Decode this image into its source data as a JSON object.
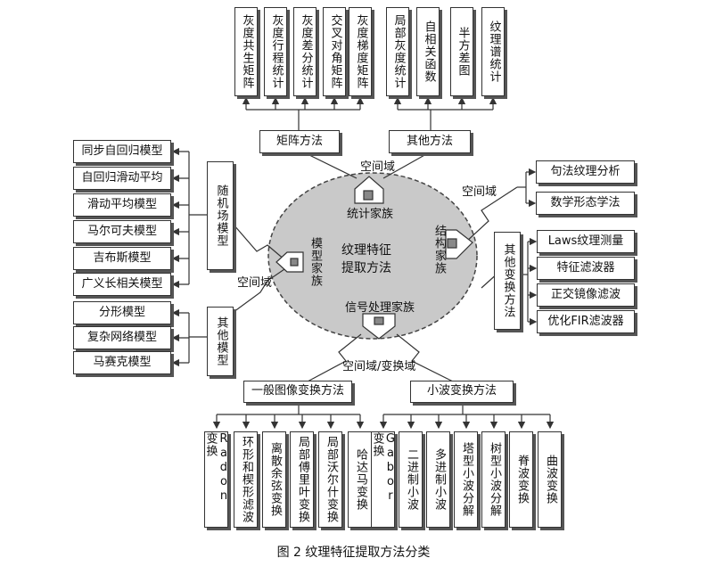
{
  "center": {
    "title_line1": "纹理特征",
    "title_line2": "提取方法"
  },
  "families": {
    "statistical": "统计家族",
    "structural": "结构家族",
    "model": "模型家族",
    "signal": "信号处理家族"
  },
  "domain_labels": {
    "top": "空间域",
    "right": "空间域",
    "left": "空间域",
    "bottom": "空间域/变换域"
  },
  "statistical": {
    "matrix_method": "矩阵方法",
    "other_method": "其他方法",
    "matrix_items": [
      "灰度共生矩阵",
      "灰度行程统计",
      "灰度差分统计",
      "交叉对角矩阵",
      "灰度梯度矩阵"
    ],
    "other_items": [
      "局部灰度统计",
      "自相关函数",
      "半方差图",
      "纹理谱统计"
    ]
  },
  "structural": {
    "items": [
      "句法纹理分析",
      "数学形态学法"
    ]
  },
  "model": {
    "random_field": "随机场模型",
    "random_items": [
      "同步自回归模型",
      "自回归滑动平均",
      "滑动平均模型",
      "马尔可夫模型",
      "吉布斯模型",
      "广义长相关模型"
    ],
    "other": "其他模型",
    "other_items": [
      "分形模型",
      "复杂网络模型",
      "马赛克模型"
    ]
  },
  "signal": {
    "other_transform": "其他变换方法",
    "other_transform_items": [
      "Laws纹理测量",
      "特征滤波器",
      "正交镜像滤波",
      "优化FIR滤波器"
    ],
    "general": "一般图像变换方法",
    "general_items": [
      "Radon 变换",
      "环形和楔形滤波",
      "离散余弦变换",
      "局部傅里叶变换",
      "局部沃尔什变换",
      "哈达马变换"
    ],
    "wavelet": "小波变换方法",
    "wavelet_items": [
      "Gabor 变换",
      "二进制小波",
      "多进制小波",
      "塔型小波分解",
      "树型小波分解",
      "脊波变换",
      "曲波变换"
    ]
  },
  "caption": "图 2  纹理特征提取方法分类"
}
